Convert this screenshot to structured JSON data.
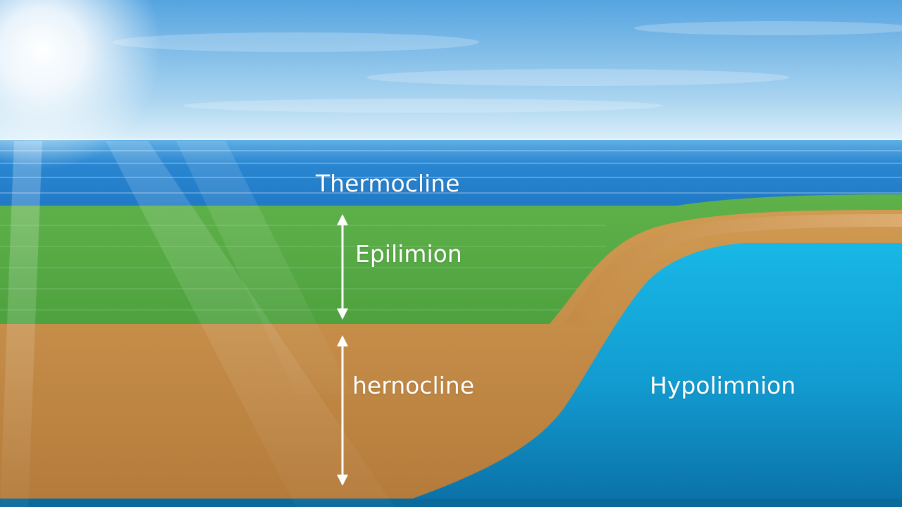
{
  "diagram": {
    "labels": {
      "surface": "Thermocline",
      "epilimnion": "Epilimion",
      "middle": "hernocline",
      "hypolimnion": "Hypolimnion"
    },
    "colors": {
      "sky_top": "#5aa8e2",
      "sky_horizon": "#d4ecf8",
      "water_surface": "#1f7fcc",
      "epilimnion_green": "#4fa63f",
      "sediment_tan": "#c58a45",
      "hypolimnion_blue": "#14a8d8",
      "arrow": "#ffffff"
    }
  }
}
